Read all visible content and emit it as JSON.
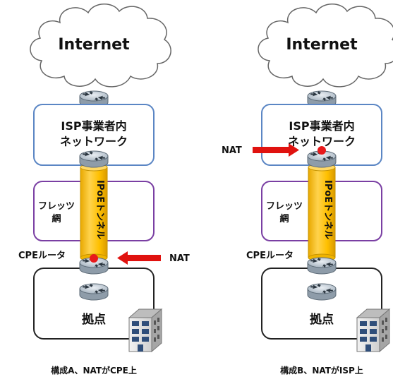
{
  "colors": {
    "isp_border": "#5b86c4",
    "flets_border": "#7a3fa3",
    "tunnel_fill": "#ffc000",
    "tunnel_stroke": "#c69300",
    "arrow": "#e0120f",
    "nat_dot": "#e8191b",
    "router_body": "#b8c4cf"
  },
  "diagrams": [
    {
      "internet_label": "Internet",
      "isp_label_line1": "ISP事業者内",
      "isp_label_line2": "ネットワーク",
      "flets_label_line1": "フレッツ",
      "flets_label_line2": "網",
      "tunnel_label": "IPoEトンネル",
      "cpe_label": "CPEルータ",
      "nat_label": "NAT",
      "base_label": "拠点",
      "caption": "構成A、NATがCPE上"
    },
    {
      "internet_label": "Internet",
      "isp_label_line1": "ISP事業者内",
      "isp_label_line2": "ネットワーク",
      "flets_label_line1": "フレッツ",
      "flets_label_line2": "網",
      "tunnel_label": "IPoEトンネル",
      "cpe_label": "CPEルータ",
      "nat_label": "NAT",
      "base_label": "拠点",
      "caption": "構成B、NATがISP上"
    }
  ]
}
